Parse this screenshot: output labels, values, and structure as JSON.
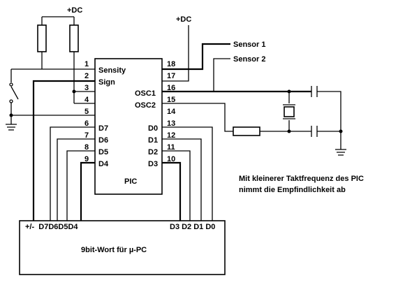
{
  "supply": {
    "left": "+DC",
    "right": "+DC"
  },
  "sensors": {
    "s1": "Sensor 1",
    "s2": "Sensor 2"
  },
  "pic": {
    "label": "PIC",
    "left_pins": [
      "1",
      "2",
      "3",
      "4",
      "5",
      "6",
      "7",
      "8",
      "9"
    ],
    "right_pins": [
      "18",
      "17",
      "16",
      "15",
      "14",
      "13",
      "12",
      "11",
      "10"
    ],
    "left_labels": {
      "sensity": "Sensity",
      "sign": "Sign",
      "d7": "D7",
      "d6": "D6",
      "d5": "D5",
      "d4": "D4"
    },
    "right_labels": {
      "osc1": "OSC1",
      "osc2": "OSC2",
      "d0": "D0",
      "d1": "D1",
      "d2": "D2",
      "d3": "D3"
    }
  },
  "output_box": {
    "label": "9bit-Wort für µ-PC",
    "left_pins": "+/-  D7D6D5D4",
    "right_pins": "D3 D2 D1 D0"
  },
  "note": {
    "line1": "Mit kleinerer Taktfrequenz des PIC",
    "line2": "nimmt die Empfindlichkeit ab"
  }
}
